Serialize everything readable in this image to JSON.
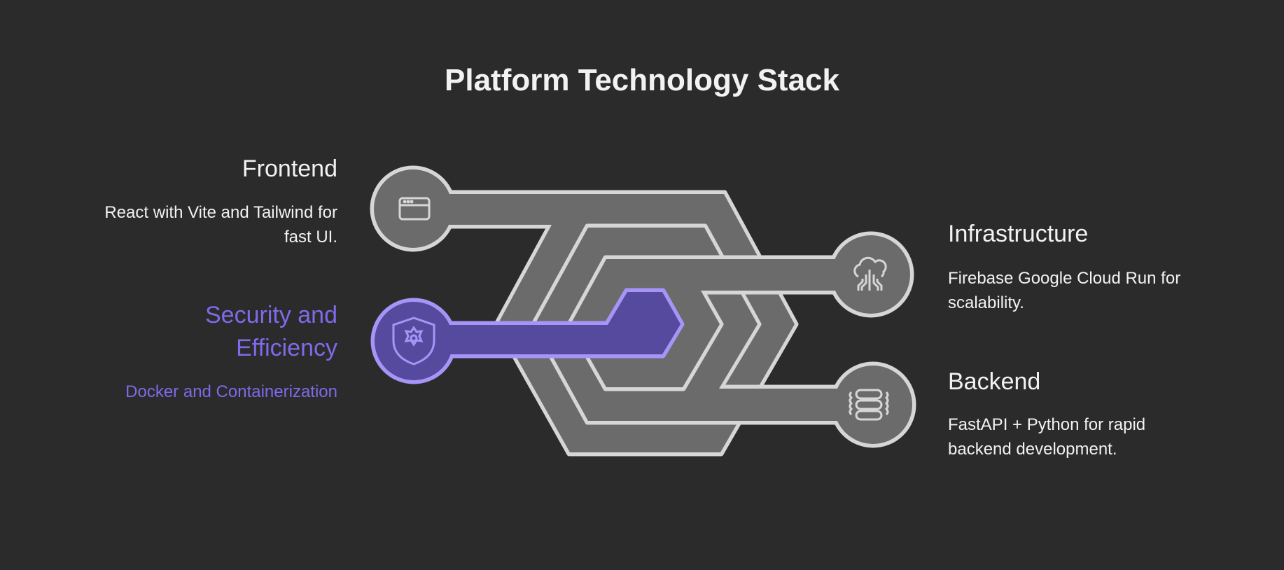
{
  "title": "Platform Technology Stack",
  "items": [
    {
      "name": "Frontend",
      "description": "React with Vite and Tailwind for fast UI.",
      "icon": "browser-window-icon",
      "highlighted": false
    },
    {
      "name": "Security and Efficiency",
      "description": "Docker and Containerization",
      "icon": "shield-gear-icon",
      "highlighted": true
    },
    {
      "name": "Infrastructure",
      "description": "Firebase Google Cloud Run for scalability.",
      "icon": "cloud-circuit-icon",
      "highlighted": false
    },
    {
      "name": "Backend",
      "description": "FastAPI + Python for rapid backend development.",
      "icon": "server-stack-icon",
      "highlighted": false
    }
  ],
  "colors": {
    "background": "#2b2b2b",
    "strand": "#6b6b6b",
    "outline": "#d6d6d6",
    "accent_fill": "#564a9e",
    "accent_outline": "#a695f7",
    "accent_text": "#7d6bea"
  }
}
